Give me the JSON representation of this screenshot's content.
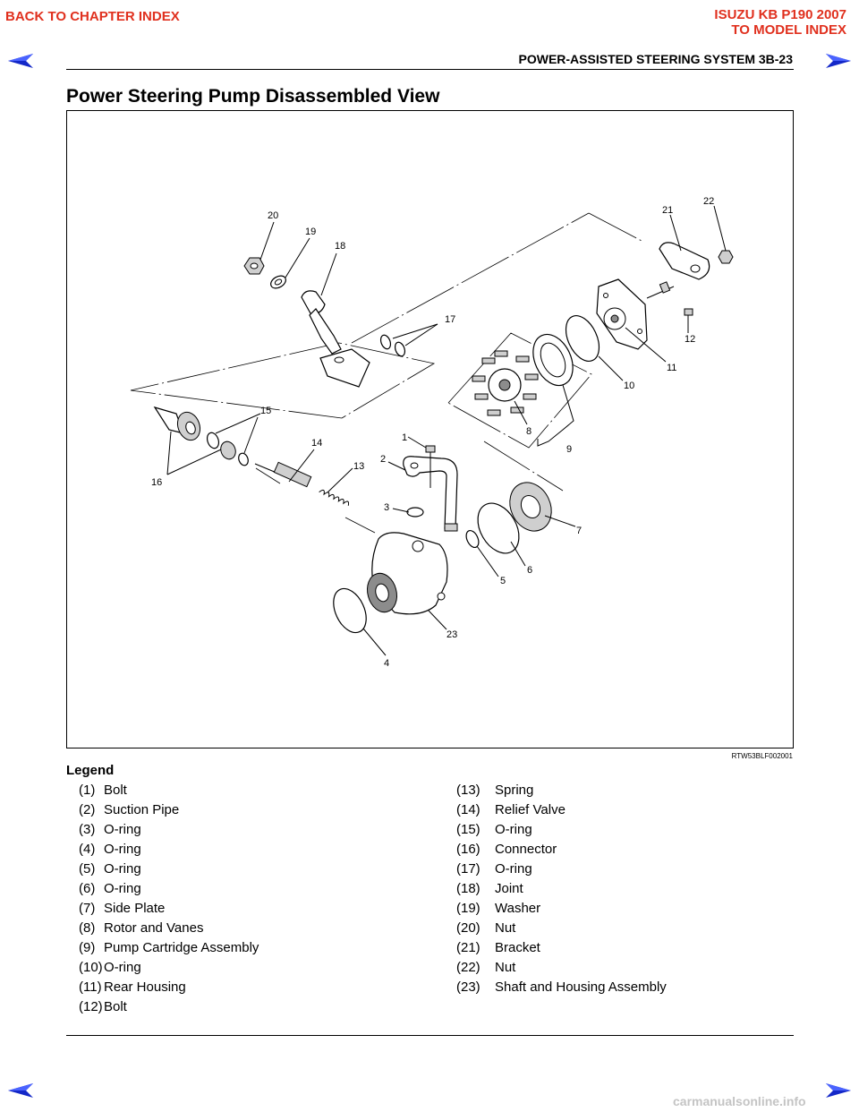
{
  "nav": {
    "back_to_chapter": "BACK TO CHAPTER INDEX",
    "model_title": "ISUZU KB P190 2007",
    "to_model_index": "TO MODEL INDEX"
  },
  "header": {
    "section": "POWER-ASSISTED STEERING SYSTEM 3B-23"
  },
  "page_title": "Power Steering Pump Disassembled View",
  "figure": {
    "id": "RTW53BLF002001",
    "callouts": [
      "1",
      "2",
      "3",
      "4",
      "5",
      "6",
      "7",
      "8",
      "9",
      "10",
      "11",
      "12",
      "13",
      "14",
      "15",
      "16",
      "17",
      "18",
      "19",
      "20",
      "21",
      "22",
      "23"
    ]
  },
  "legend": {
    "title": "Legend",
    "left": [
      {
        "num": "(1)",
        "name": "Bolt"
      },
      {
        "num": "(2)",
        "name": "Suction Pipe"
      },
      {
        "num": "(3)",
        "name": "O-ring"
      },
      {
        "num": "(4)",
        "name": "O-ring"
      },
      {
        "num": "(5)",
        "name": "O-ring"
      },
      {
        "num": "(6)",
        "name": "O-ring"
      },
      {
        "num": "(7)",
        "name": "Side Plate"
      },
      {
        "num": "(8)",
        "name": "Rotor and Vanes"
      },
      {
        "num": "(9)",
        "name": "Pump Cartridge Assembly"
      },
      {
        "num": "(10)",
        "name": "O-ring"
      },
      {
        "num": "(11)",
        "name": "Rear Housing"
      },
      {
        "num": "(12)",
        "name": "Bolt"
      }
    ],
    "right": [
      {
        "num": "(13)",
        "name": "Spring"
      },
      {
        "num": "(14)",
        "name": "Relief Valve"
      },
      {
        "num": "(15)",
        "name": "O-ring"
      },
      {
        "num": "(16)",
        "name": "Connector"
      },
      {
        "num": "(17)",
        "name": "O-ring"
      },
      {
        "num": "(18)",
        "name": "Joint"
      },
      {
        "num": "(19)",
        "name": "Washer"
      },
      {
        "num": "(20)",
        "name": "Nut"
      },
      {
        "num": "(21)",
        "name": "Bracket"
      },
      {
        "num": "(22)",
        "name": "Nut"
      },
      {
        "num": "(23)",
        "name": "Shaft and Housing Assembly"
      }
    ]
  },
  "watermark": "carmanualsonline.info",
  "colors": {
    "nav_red": "#e0301e",
    "arrow_blue": "#1428c8"
  }
}
